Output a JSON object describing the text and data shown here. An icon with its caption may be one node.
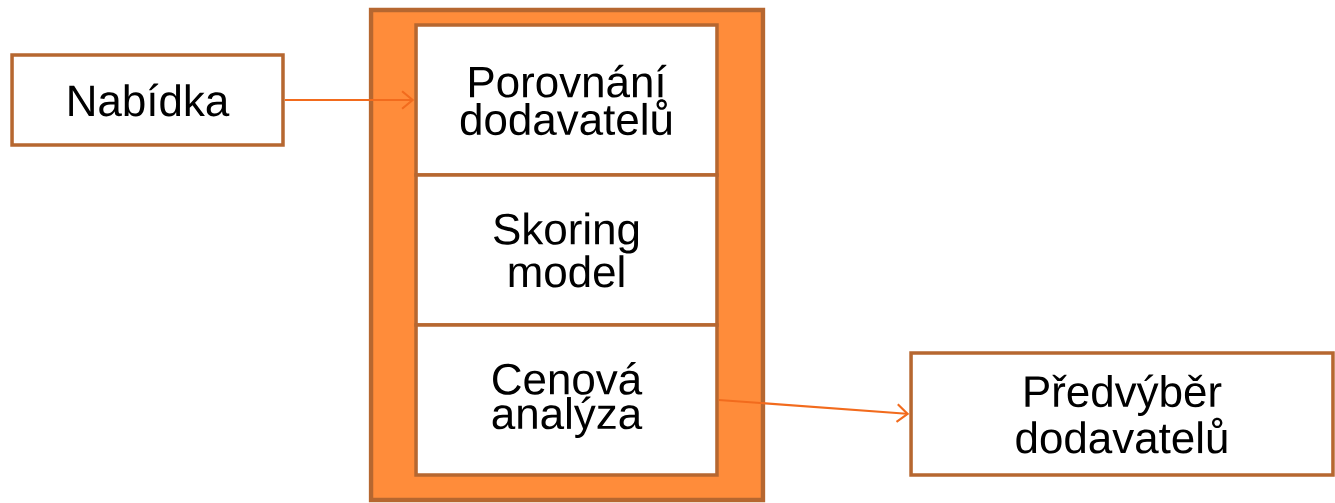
{
  "diagram": {
    "nodes": [
      {
        "text": [
          "Nabídka"
        ]
      },
      {
        "text": [],
        "shape": "box"
      },
      {
        "text": [
          "Porovnání dodavatelů"
        ],
        "in": 1
      },
      {
        "text": [
          "Skoring model"
        ],
        "in": 1
      },
      {
        "text": [
          "Cenová analýza"
        ],
        "in": 1
      },
      {
        "text": [
          "Předvýběr dodavatelů"
        ]
      }
    ],
    "edges": [
      {
        "from": 0,
        "to": 2,
        "arrow": "to"
      },
      {
        "from": 4,
        "to": 5,
        "arrow": "to"
      }
    ]
  }
}
